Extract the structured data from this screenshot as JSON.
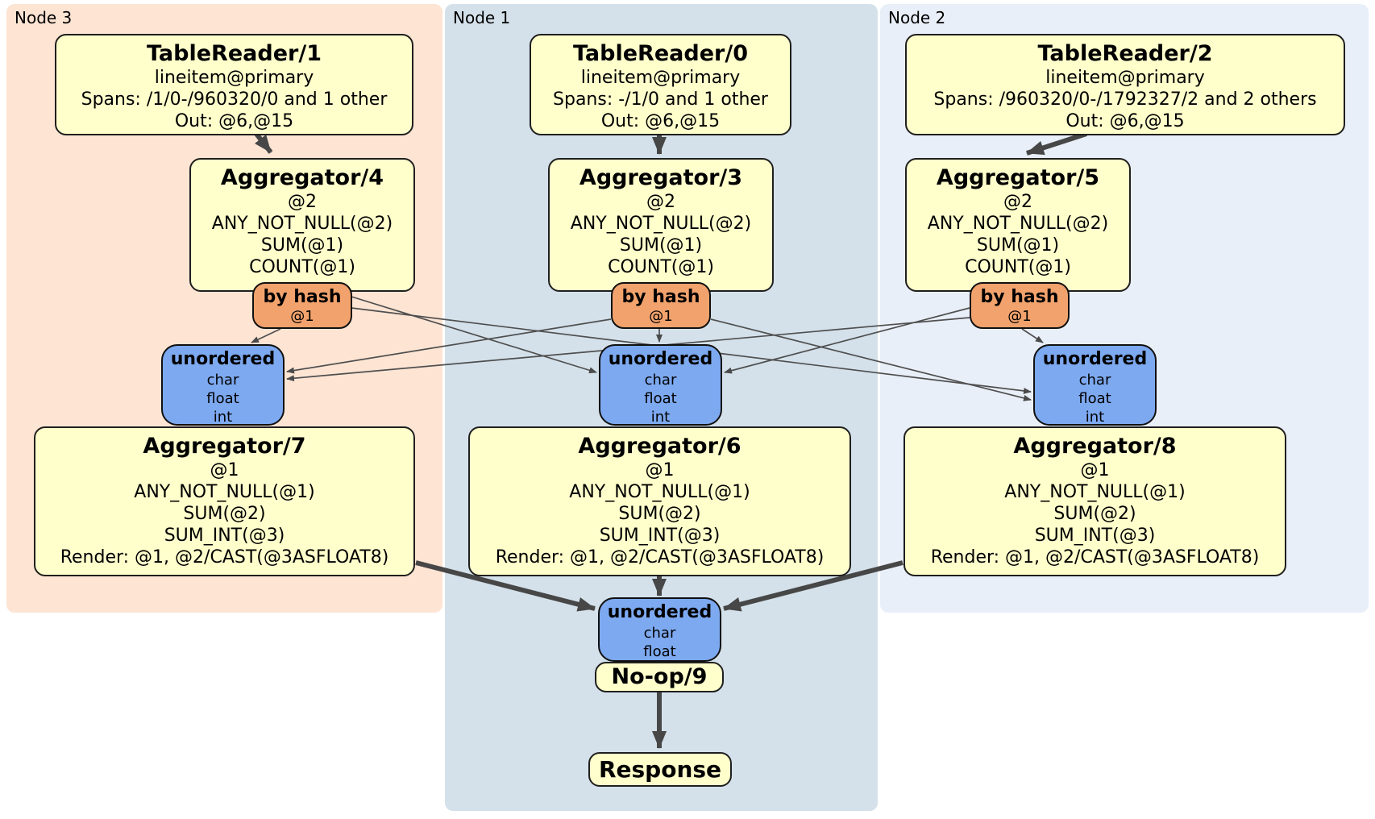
{
  "regions": [
    {
      "label": "Node 3"
    },
    {
      "label": "Node 1"
    },
    {
      "label": "Node 2"
    }
  ],
  "processors": {
    "tr1": {
      "title": "TableReader/1",
      "lines": [
        "lineitem@primary",
        "Spans: /1/0-/960320/0 and 1 other",
        "Out: @6,@15"
      ]
    },
    "tr0": {
      "title": "TableReader/0",
      "lines": [
        "lineitem@primary",
        "Spans: -/1/0 and 1 other",
        "Out: @6,@15"
      ]
    },
    "tr2": {
      "title": "TableReader/2",
      "lines": [
        "lineitem@primary",
        "Spans: /960320/0-/1792327/2 and 2 others",
        "Out: @6,@15"
      ]
    },
    "agg4": {
      "title": "Aggregator/4",
      "lines": [
        "@2",
        "ANY_NOT_NULL(@2)",
        "SUM(@1)",
        "COUNT(@1)"
      ]
    },
    "agg3": {
      "title": "Aggregator/3",
      "lines": [
        "@2",
        "ANY_NOT_NULL(@2)",
        "SUM(@1)",
        "COUNT(@1)"
      ]
    },
    "agg5": {
      "title": "Aggregator/5",
      "lines": [
        "@2",
        "ANY_NOT_NULL(@2)",
        "SUM(@1)",
        "COUNT(@1)"
      ]
    },
    "agg7": {
      "title": "Aggregator/7",
      "lines": [
        "@1",
        "ANY_NOT_NULL(@1)",
        "SUM(@2)",
        "SUM_INT(@3)",
        "Render: @1, @2/CAST(@3ASFLOAT8)"
      ]
    },
    "agg6": {
      "title": "Aggregator/6",
      "lines": [
        "@1",
        "ANY_NOT_NULL(@1)",
        "SUM(@2)",
        "SUM_INT(@3)",
        "Render: @1, @2/CAST(@3ASFLOAT8)"
      ]
    },
    "agg8": {
      "title": "Aggregator/8",
      "lines": [
        "@1",
        "ANY_NOT_NULL(@1)",
        "SUM(@2)",
        "SUM_INT(@3)",
        "Render: @1, @2/CAST(@3ASFLOAT8)"
      ]
    },
    "noop": {
      "title": "No-op/9"
    },
    "response": {
      "title": "Response"
    }
  },
  "router": {
    "label": "by hash",
    "detail": "@1"
  },
  "sync": {
    "label": "unordered",
    "top_types": [
      "char",
      "float",
      "int"
    ],
    "bottom_types": [
      "char",
      "float"
    ]
  },
  "colors": {
    "node3_bg": "#fde4d3",
    "node1_bg": "#d4e1ea",
    "node2_bg": "#e9eff8",
    "processor_fill": "#ffffcc",
    "router_fill": "#f2a36d",
    "sync_fill": "#7da9f0",
    "edge": "#4a4a4a"
  }
}
